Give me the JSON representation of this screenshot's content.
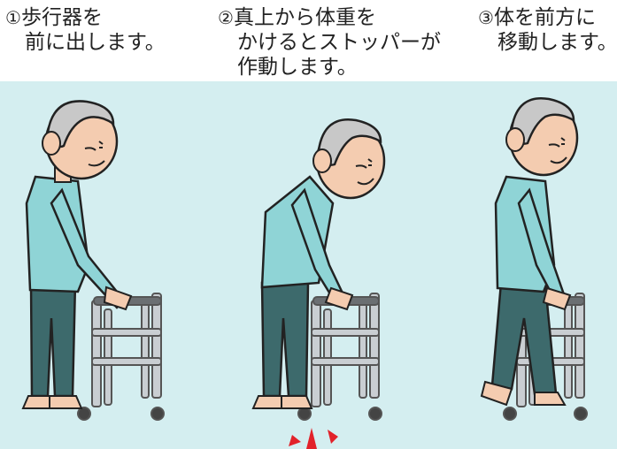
{
  "steps": [
    {
      "number": "①",
      "line1": "歩行器を",
      "line2": "前に出します。",
      "line3": ""
    },
    {
      "number": "②",
      "line1": "真上から体重を",
      "line2": "かけるとストッパーが",
      "line3": "作動します。"
    },
    {
      "number": "③",
      "line1": "体を前方に",
      "line2": "移動します。",
      "line3": ""
    }
  ],
  "colors": {
    "background": "#d4eef0",
    "shirt": "#8fd4d6",
    "pants": "#3d6a6c",
    "skin": "#f4ccb0",
    "hair": "#c8c8c8",
    "walker": "#b9bec2",
    "stopper_marks": "#e2222a"
  }
}
